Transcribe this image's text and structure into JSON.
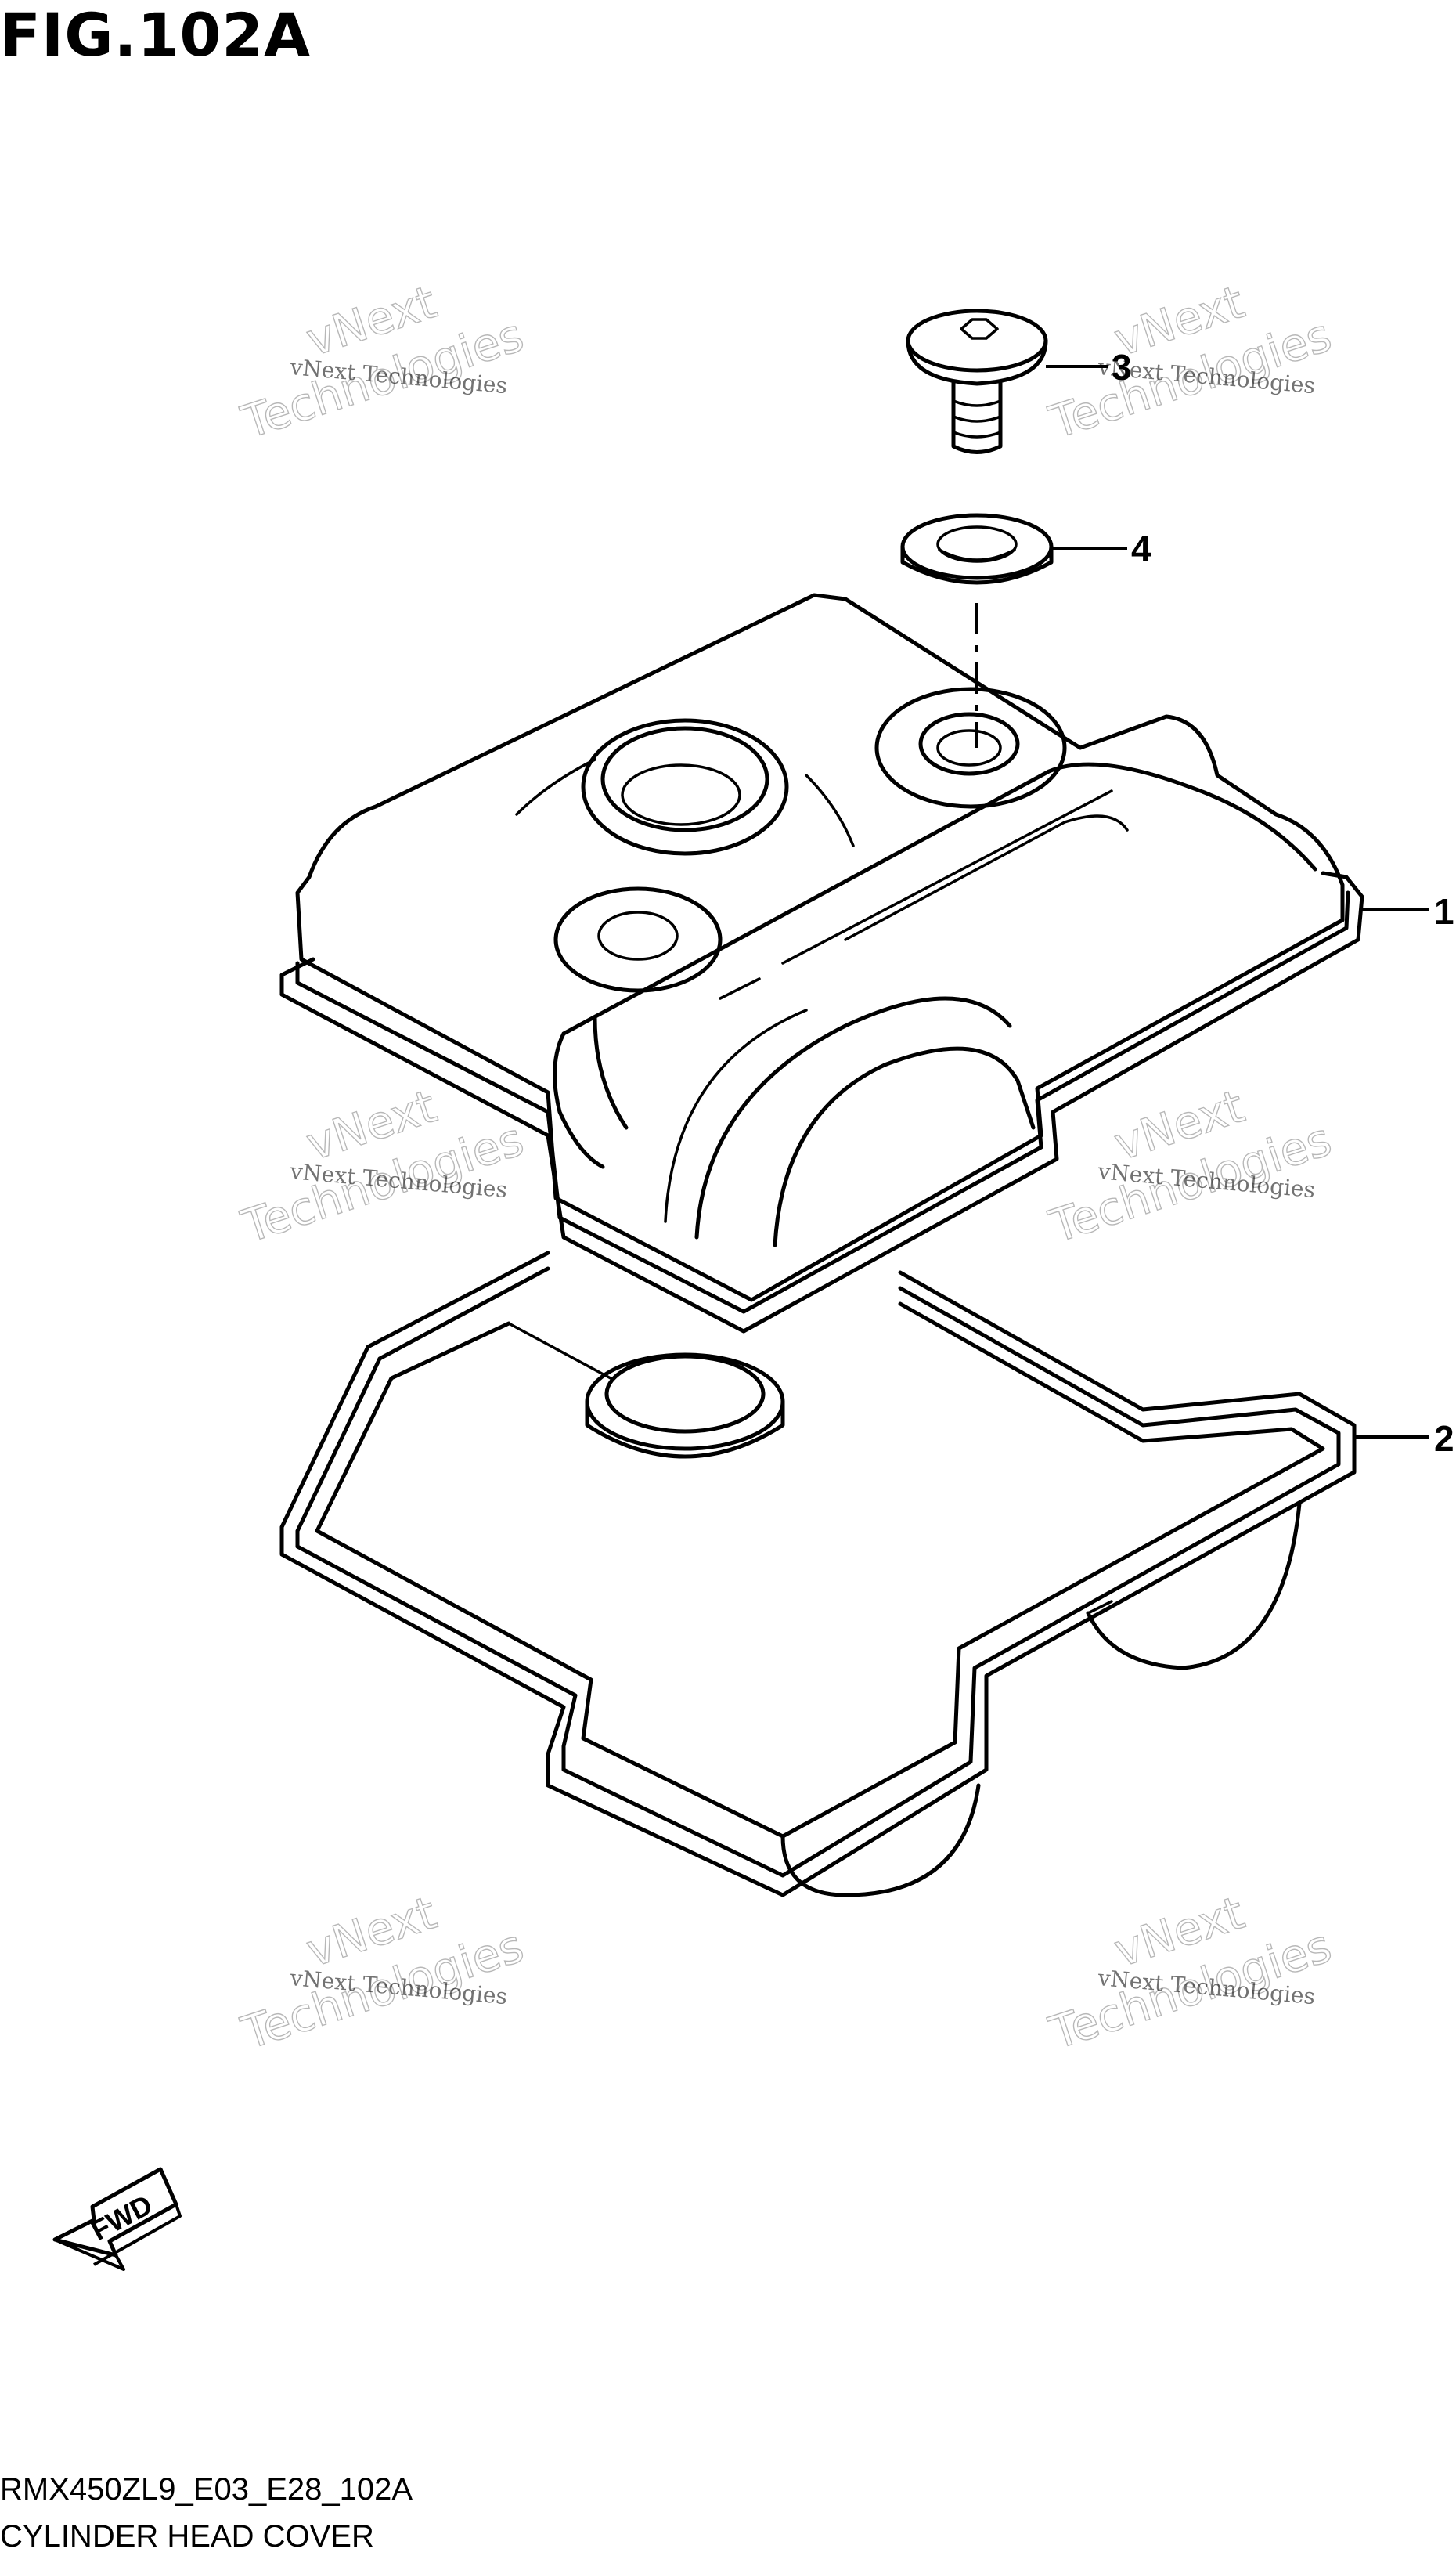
{
  "figure": {
    "title": "FIG.102A",
    "code": "RMX450ZL9_E03_E28_102A",
    "name": "CYLINDER HEAD COVER"
  },
  "callouts": [
    {
      "ref": "1"
    },
    {
      "ref": "2"
    },
    {
      "ref": "3"
    },
    {
      "ref": "4"
    }
  ],
  "watermark": {
    "line1": "vNext Technologies",
    "line2": "vNext",
    "line3": "Technologies"
  },
  "fwd_label": "FWD"
}
